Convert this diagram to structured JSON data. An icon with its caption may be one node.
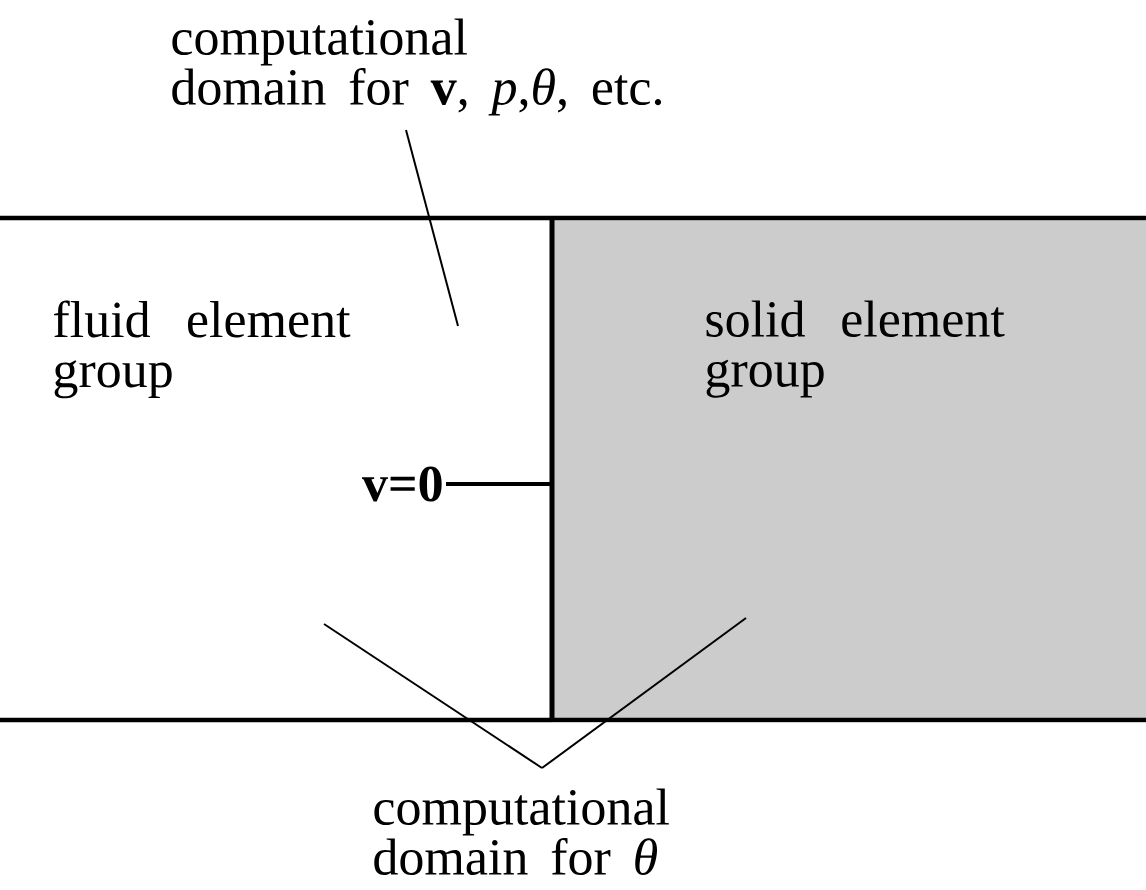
{
  "diagram": {
    "nodes": [
      {
        "text": [
          "computational domain for **v**, *p*,*θ*, etc."
        ]
      },
      {
        "text": [
          "fluid element group"
        ]
      },
      {
        "text": [
          "solid element group"
        ]
      },
      {
        "text": [
          "v=0"
        ],
        "in": 1
      },
      {
        "text": [
          "computational domain for *θ*"
        ]
      }
    ],
    "edges": [
      {
        "from": 0,
        "to": 1,
        "arrow": "none"
      },
      {
        "from": 3,
        "to": 2,
        "arrow": "none"
      },
      {
        "from": 4,
        "to": 1,
        "arrow": "none"
      },
      {
        "from": 4,
        "to": 2,
        "arrow": "none"
      }
    ]
  }
}
